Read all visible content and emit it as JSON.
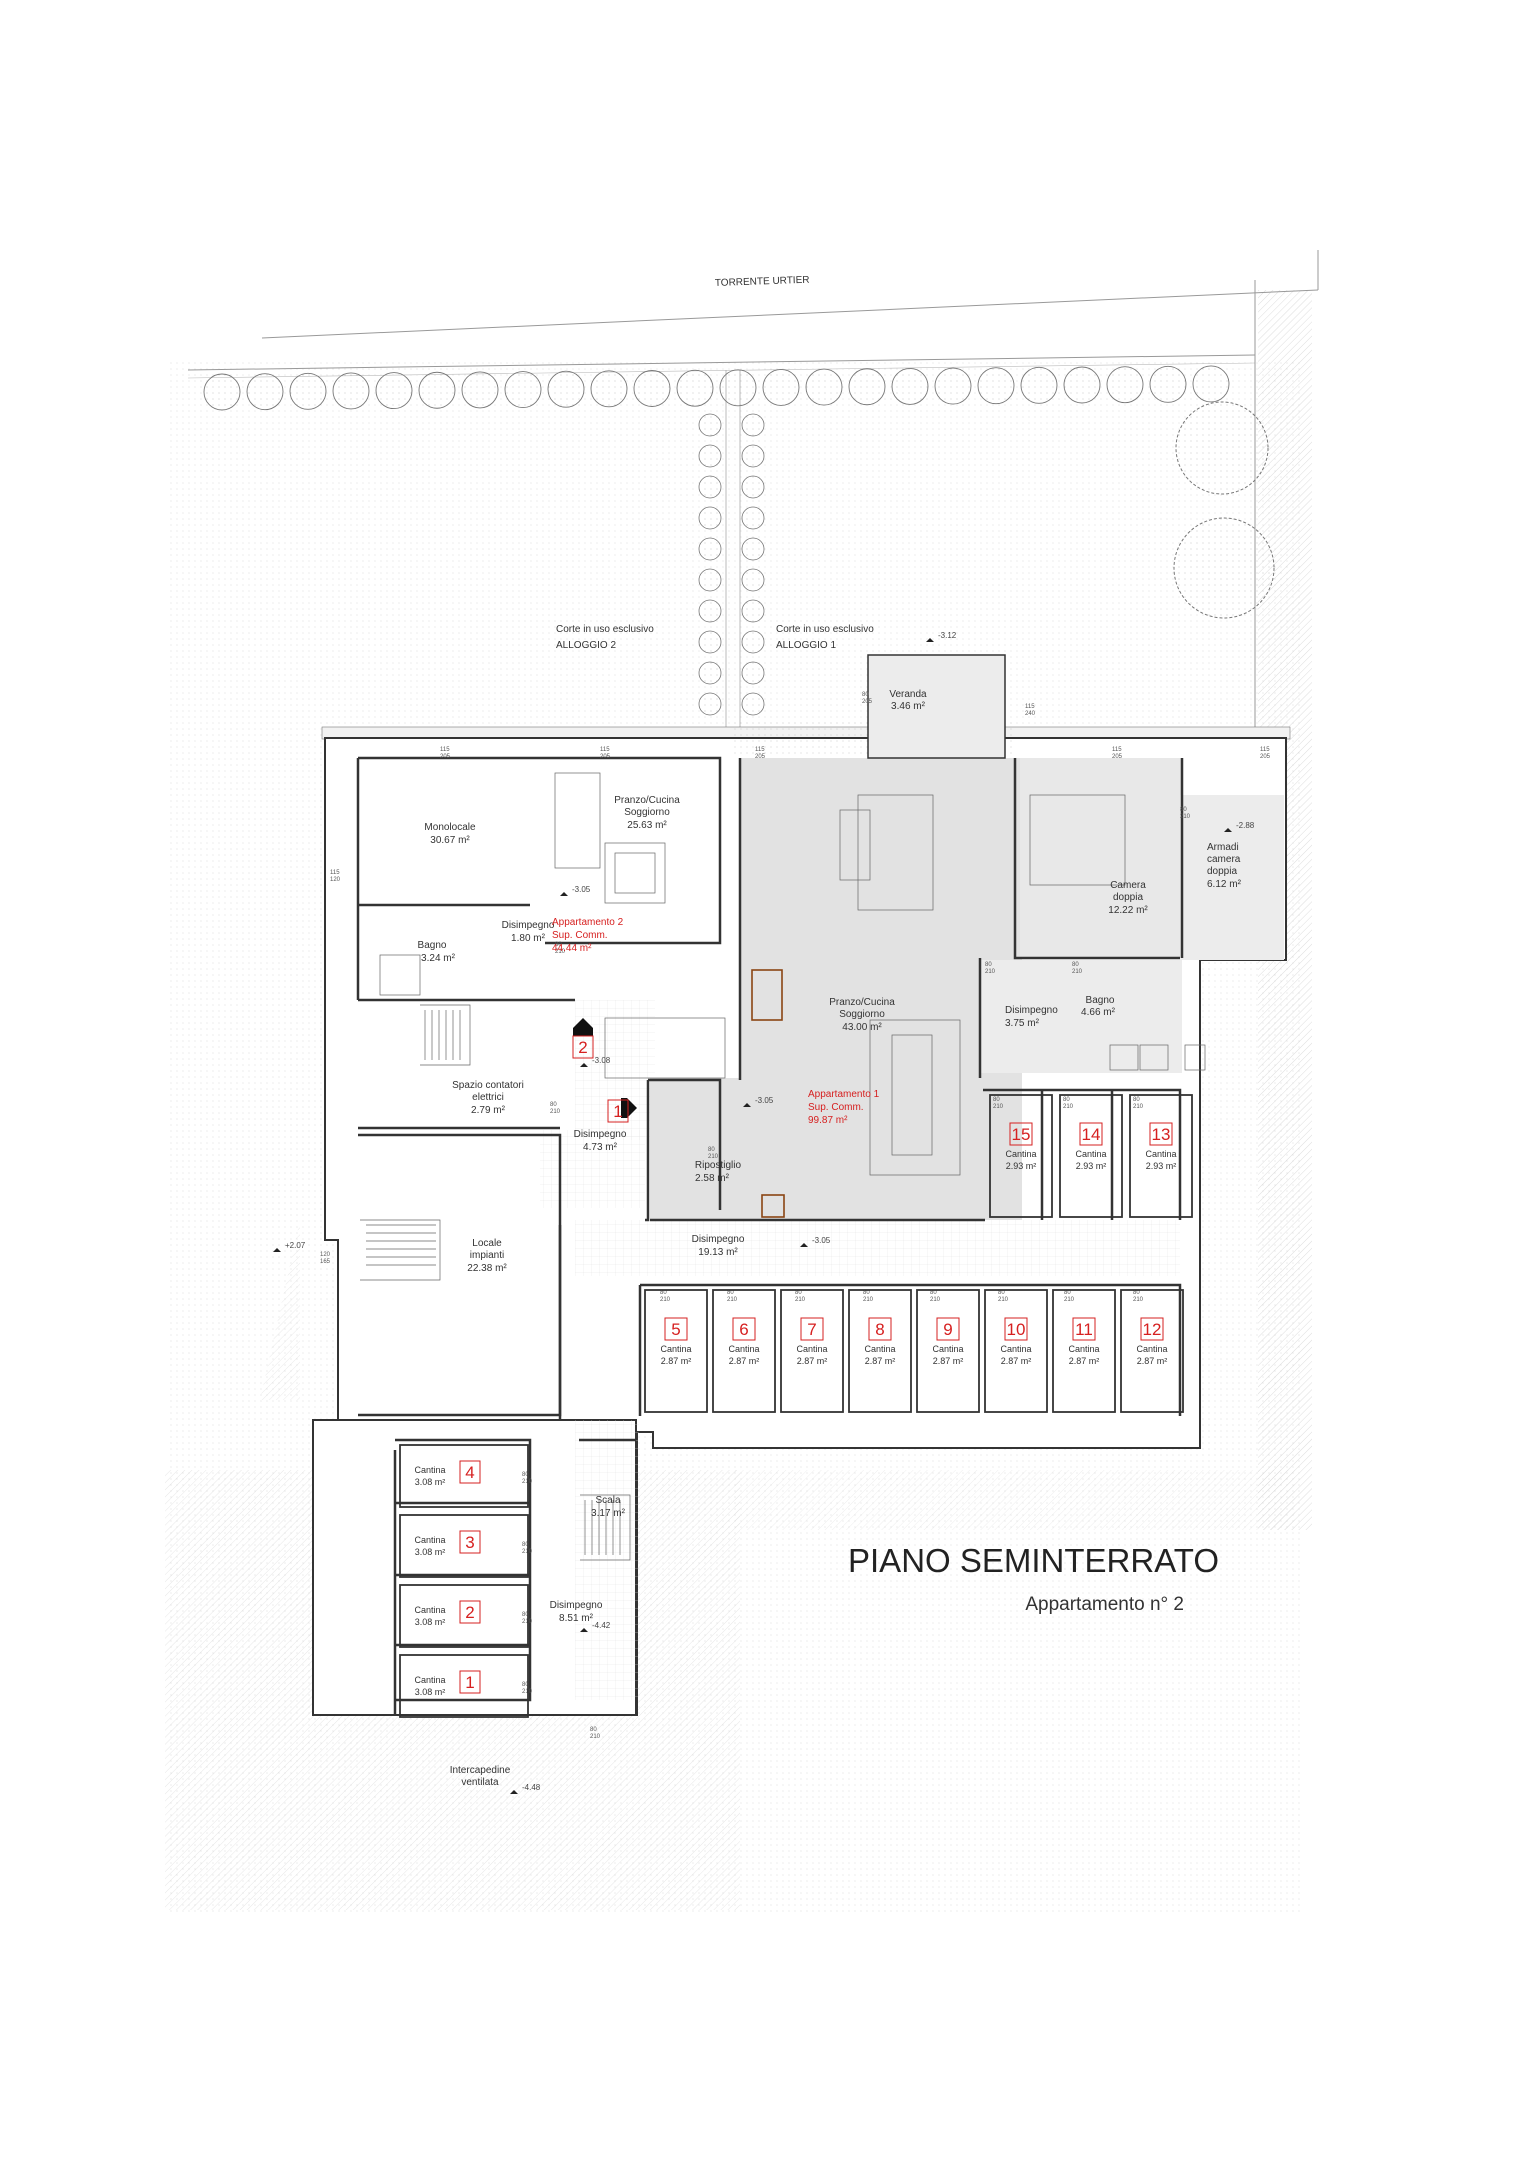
{
  "header": {
    "river": "TORRENTE URTIER"
  },
  "title": {
    "main": "PIANO SEMINTERRATO",
    "sub": "Appartamento n° 2"
  },
  "courtyards": [
    {
      "line1": "Corte in uso esclusivo",
      "line2": "ALLOGGIO 2"
    },
    {
      "line1": "Corte in uso esclusivo",
      "line2": "ALLOGGIO 1"
    }
  ],
  "rooms": {
    "veranda": {
      "name": "Veranda",
      "area": "3.46 m²"
    },
    "monolocale": {
      "name": "Monolocale",
      "area": "30.67 m²"
    },
    "pranzo2": {
      "name1": "Pranzo/Cucina",
      "name2": "Soggiorno",
      "area": "25.63 m²"
    },
    "disimpegno_a2": {
      "name": "Disimpegno",
      "area": "1.80 m²"
    },
    "bagno_a2": {
      "name": "Bagno",
      "area": "3.24 m²"
    },
    "camera": {
      "name1": "Camera",
      "name2": "doppia",
      "area": "12.22 m²"
    },
    "armadi": {
      "name1": "Armadi",
      "name2": "camera",
      "name3": "doppia",
      "area": "6.12 m²"
    },
    "pranzo1": {
      "name1": "Pranzo/Cucina",
      "name2": "Soggiorno",
      "area": "43.00 m²"
    },
    "disimpegno_a1": {
      "name": "Disimpegno",
      "area": "3.75 m²"
    },
    "bagno_a1": {
      "name": "Bagno",
      "area": "4.66 m²"
    },
    "contatori": {
      "name1": "Spazio contatori",
      "name2": "elettrici",
      "area": "2.79 m²"
    },
    "disimpegno_ingresso": {
      "name": "Disimpegno",
      "area": "4.73 m²"
    },
    "ripostiglio": {
      "name": "Ripostiglio",
      "area": "2.58 m²"
    },
    "disimpegno_cantine": {
      "name": "Disimpegno",
      "area": "19.13 m²"
    },
    "locale_impianti": {
      "name1": "Locale",
      "name2": "impianti",
      "area": "22.38 m²"
    },
    "scala": {
      "name": "Scala",
      "area": "3.17 m²"
    },
    "disimpegno_inf": {
      "name": "Disimpegno",
      "area": "8.51 m²"
    },
    "intercapedine": {
      "name1": "Intercapedine",
      "name2": "ventilata"
    }
  },
  "apartments": {
    "app2": {
      "name": "Appartamento 2",
      "line2": "Sup. Comm.",
      "area": "44.44 m²"
    },
    "app1": {
      "name": "Appartamento 1",
      "line2": "Sup. Comm.",
      "area": "99.87 m²"
    }
  },
  "cantine": {
    "upper": [
      {
        "num": "15",
        "name": "Cantina",
        "area": "2.93 m²"
      },
      {
        "num": "14",
        "name": "Cantina",
        "area": "2.93 m²"
      },
      {
        "num": "13",
        "name": "Cantina",
        "area": "2.93 m²"
      }
    ],
    "middle": [
      {
        "num": "5",
        "name": "Cantina",
        "area": "2.87 m²"
      },
      {
        "num": "6",
        "name": "Cantina",
        "area": "2.87 m²"
      },
      {
        "num": "7",
        "name": "Cantina",
        "area": "2.87 m²"
      },
      {
        "num": "8",
        "name": "Cantina",
        "area": "2.87 m²"
      },
      {
        "num": "9",
        "name": "Cantina",
        "area": "2.87 m²"
      },
      {
        "num": "10",
        "name": "Cantina",
        "area": "2.87 m²"
      },
      {
        "num": "11",
        "name": "Cantina",
        "area": "2.87 m²"
      },
      {
        "num": "12",
        "name": "Cantina",
        "area": "2.87 m²"
      }
    ],
    "lower": [
      {
        "num": "4",
        "name": "Cantina",
        "area": "3.08 m²"
      },
      {
        "num": "3",
        "name": "Cantina",
        "area": "3.08 m²"
      },
      {
        "num": "2",
        "name": "Cantina",
        "area": "3.08 m²"
      },
      {
        "num": "1",
        "name": "Cantina",
        "area": "3.08 m²"
      }
    ]
  },
  "entrances": {
    "e1": "1",
    "e2": "2"
  },
  "levels": {
    "corte": "-3.12",
    "armadi": "-2.88",
    "app2": "-3.05",
    "app1": "-3.05",
    "ingresso": "-3.08",
    "corridoio": "-3.05",
    "esterno": "+2.07",
    "disimpegno_inf": "-4.42",
    "intercapedine": "-4.48"
  },
  "door_labels": {
    "d80_210": {
      "top": "80",
      "bottom": "210"
    },
    "d80_205": {
      "top": "80",
      "bottom": "205"
    },
    "d115_205": {
      "top": "115",
      "bottom": "205"
    },
    "d115_120": {
      "top": "115",
      "bottom": "120"
    },
    "d115_240": {
      "top": "115",
      "bottom": "240"
    },
    "d120_165": {
      "top": "120",
      "bottom": "165"
    }
  }
}
